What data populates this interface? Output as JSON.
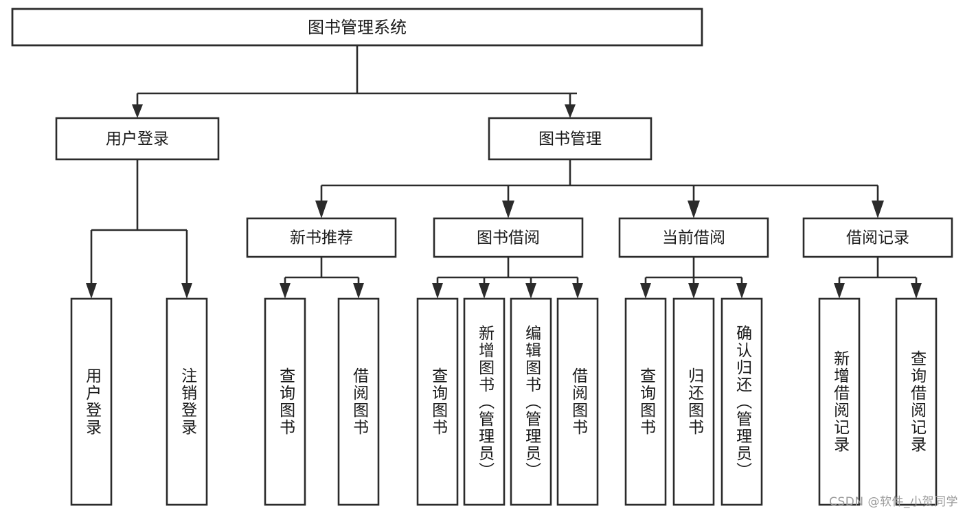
{
  "diagram": {
    "type": "tree",
    "title": "图书管理系统",
    "watermark": "CSDN @软件_小贺同学",
    "colors": {
      "box_stroke": "#2b2b2b",
      "box_fill": "#ffffff",
      "text": "#1a1a1a",
      "background": "#ffffff",
      "watermark": "#9a9a9a"
    },
    "root": {
      "label": "图书管理系统"
    },
    "level1": [
      {
        "label": "用户登录"
      },
      {
        "label": "图书管理"
      }
    ],
    "level2": [
      {
        "label": "新书推荐"
      },
      {
        "label": "图书借阅"
      },
      {
        "label": "当前借阅"
      },
      {
        "label": "借阅记录"
      }
    ],
    "leaves": {
      "user_login": [
        {
          "label": "用户登录"
        },
        {
          "label": "注销登录"
        }
      ],
      "new_book_recommend": [
        {
          "label": "查询图书"
        },
        {
          "label": "借阅图书"
        }
      ],
      "book_borrow": [
        {
          "label": "查询图书"
        },
        {
          "label": "新增图书（管理员）"
        },
        {
          "label": "编辑图书（管理员）"
        },
        {
          "label": "借阅图书"
        }
      ],
      "current_borrow": [
        {
          "label": "查询图书"
        },
        {
          "label": "归还图书"
        },
        {
          "label": "确认归还（管理员）"
        }
      ],
      "borrow_records": [
        {
          "label": "新增借阅记录"
        },
        {
          "label": "查询借阅记录"
        }
      ]
    }
  }
}
